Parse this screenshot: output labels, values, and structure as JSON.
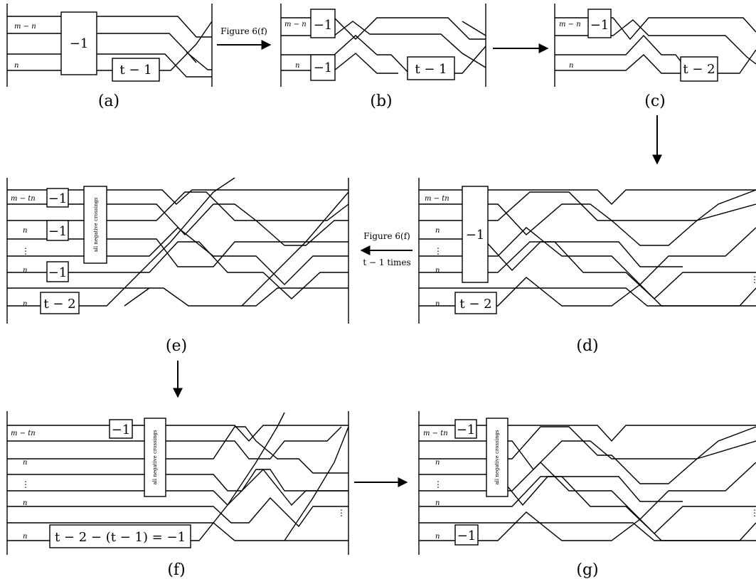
{
  "panels": [
    {
      "id": "a",
      "caption": "(a)",
      "box_labels": [
        "−1",
        "t − 1"
      ],
      "strand_labels": [
        "m − n",
        "n"
      ]
    },
    {
      "id": "b",
      "caption": "(b)",
      "box_labels": [
        "−1",
        "−1",
        "t − 1"
      ],
      "strand_labels": [
        "m − n",
        "n"
      ]
    },
    {
      "id": "c",
      "caption": "(c)",
      "box_labels": [
        "−1",
        "t − 2"
      ],
      "strand_labels": [
        "m − n",
        "n"
      ]
    },
    {
      "id": "d",
      "caption": "(d)",
      "box_labels": [
        "−1",
        "t − 2"
      ],
      "strand_labels": [
        "m − tn",
        "n",
        "n",
        "n"
      ]
    },
    {
      "id": "e",
      "caption": "(e)",
      "box_labels": [
        "−1",
        "−1",
        "−1",
        "t − 2"
      ],
      "strand_labels": [
        "m − tn",
        "n",
        "n",
        "n"
      ],
      "vertical_label": "all negative crossings"
    },
    {
      "id": "f",
      "caption": "(f)",
      "box_labels": [
        "−1",
        "t − 2 − (t − 1) = −1"
      ],
      "strand_labels": [
        "m − tn",
        "n",
        "n",
        "n"
      ],
      "vertical_label": "all negative crossings"
    },
    {
      "id": "g",
      "caption": "(g)",
      "box_labels": [
        "−1",
        "−1"
      ],
      "strand_labels": [
        "m − tn",
        "n",
        "n",
        "n"
      ],
      "vertical_label": "all negative crossings"
    }
  ],
  "arrows": {
    "a_to_b": {
      "label": "Figure 6(f)"
    },
    "d_to_e": {
      "label_top": "Figure 6(f)",
      "label_bottom": "t − 1 times"
    }
  }
}
